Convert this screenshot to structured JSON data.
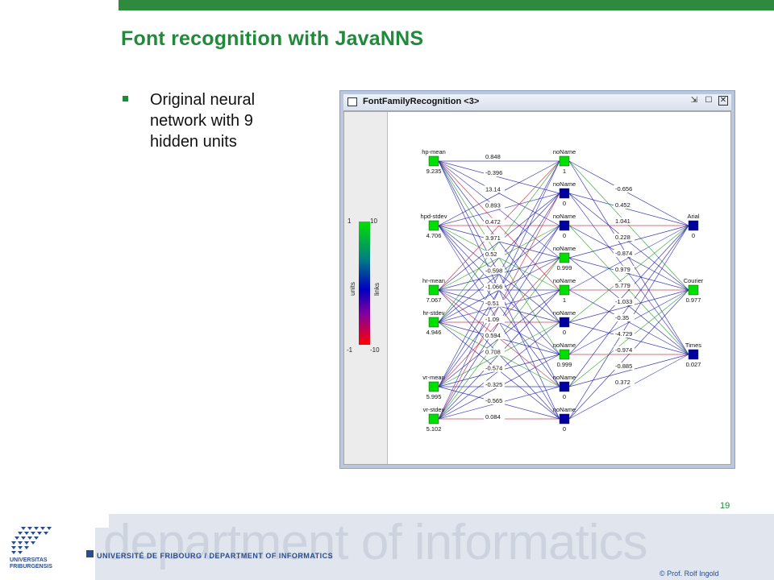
{
  "slide": {
    "title": "Font recognition with JavaNNS",
    "bullet": "Original neural network with 9 hidden units",
    "page_number": "19",
    "copyright": "© Prof. Rolf Ingold",
    "department": "department of informatics",
    "university_line": "UNIVERSITÉ DE FRIBOURG / DEPARTMENT OF INFORMATICS",
    "logo_text": [
      "UNIVERSITAS",
      "FRIBURGENSIS"
    ]
  },
  "window": {
    "title": "FontFamilyRecognition <3>",
    "buttons": [
      "minimize",
      "maximize",
      "close"
    ]
  },
  "legend": {
    "units_label": "units",
    "links_label": "links",
    "units_max": "1",
    "units_min": "-1",
    "links_max": "10",
    "links_min": "-10"
  },
  "colors": {
    "active": "#00e000",
    "inactive": "#0000a0",
    "accent": "#1f8a3a",
    "brand_blue": "#2a4c8a"
  },
  "network": {
    "inputs": [
      {
        "name": "hp-mean",
        "value": "9.235",
        "color": "#00e000"
      },
      {
        "name": "hpd-stdev",
        "value": "4.706",
        "color": "#00e000"
      },
      {
        "name": "hr-mean",
        "value": "7.067",
        "color": "#00e000"
      },
      {
        "name": "hr-stdev",
        "value": "4.946",
        "color": "#00e000"
      },
      {
        "name": "vr-mean",
        "value": "5.995",
        "color": "#00e000"
      },
      {
        "name": "vr-stdev",
        "value": "5.102",
        "color": "#00e000"
      }
    ],
    "hidden": [
      {
        "name": "noName",
        "value": "1",
        "color": "#00e000"
      },
      {
        "name": "noName",
        "value": "0",
        "color": "#0000a0"
      },
      {
        "name": "noName",
        "value": "0",
        "color": "#0000a0"
      },
      {
        "name": "noName",
        "value": "0.999",
        "color": "#00e000"
      },
      {
        "name": "noName",
        "value": "1",
        "color": "#00e000"
      },
      {
        "name": "noName",
        "value": "0",
        "color": "#0000a0"
      },
      {
        "name": "noName",
        "value": "0.999",
        "color": "#00e000"
      },
      {
        "name": "noName",
        "value": "0",
        "color": "#0000a0"
      },
      {
        "name": "noName",
        "value": "0",
        "color": "#0000a0"
      }
    ],
    "outputs": [
      {
        "name": "Arial",
        "value": "0",
        "color": "#0000a0"
      },
      {
        "name": "Courier",
        "value": "0.977",
        "color": "#00e000"
      },
      {
        "name": "Times",
        "value": "0.027",
        "color": "#0000a0"
      }
    ],
    "weights_in_hidden": [
      "0.848",
      "-0.396",
      "13.14",
      "0.893",
      "0.472",
      "3.971",
      "0.52",
      "-0.598",
      "-1.066",
      "-0.51",
      "-1.09",
      "0.594",
      "0.708",
      "-0.574",
      "-0.325",
      "-0.565",
      "0.084"
    ],
    "weights_hidden_out": [
      "-0.656",
      "0.452",
      "1.041",
      "0.228",
      "-0.874",
      "0.979",
      "5.779",
      "-1.033",
      "-0.35",
      "-4.729",
      "-0.974",
      "-0.885",
      "0.372"
    ]
  }
}
